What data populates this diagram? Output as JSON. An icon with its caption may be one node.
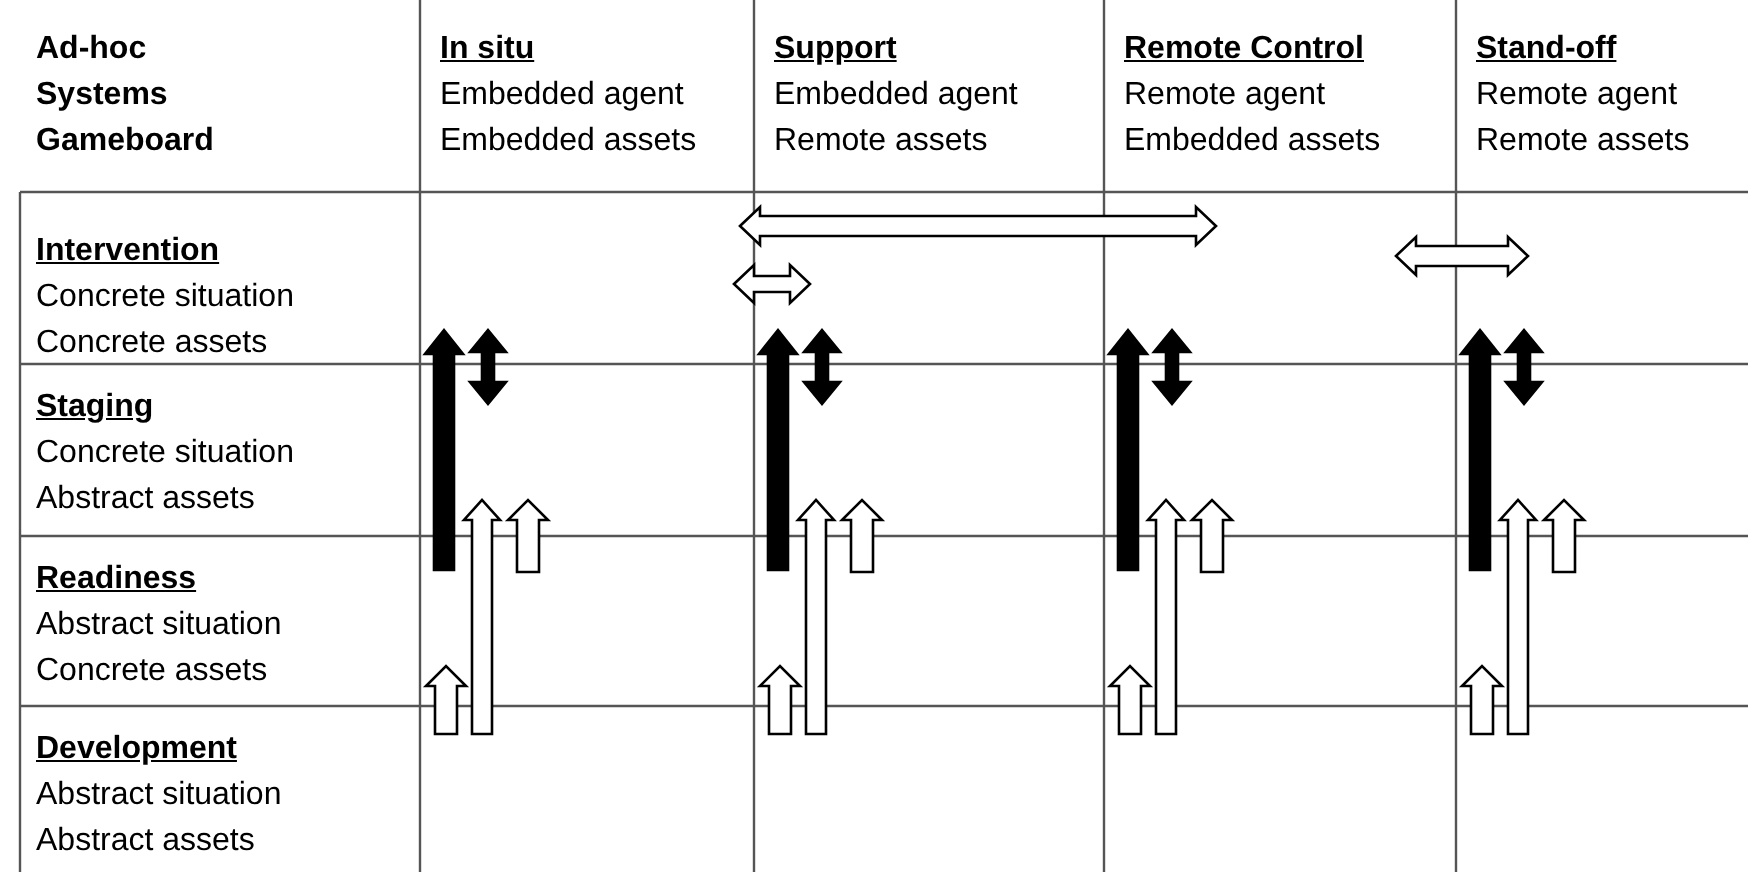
{
  "diagram": {
    "labels": [
      "Ad-hoc Systems Gameboard",
      "In situ",
      "Embedded agent",
      "Embedded assets",
      "Support",
      "Embedded agent",
      "Remote assets",
      "Remote Control",
      "Remote agent",
      "Embedded assets",
      "Stand-off",
      "Remote agent",
      "Remote assets",
      "Intervention",
      "Concrete situation",
      "Concrete assets",
      "Staging",
      "Concrete situation",
      "Abstract assets",
      "Readiness",
      "Abstract situation",
      "Concrete assets",
      "Development",
      "Abstract situation",
      "Abstract assets"
    ]
  }
}
